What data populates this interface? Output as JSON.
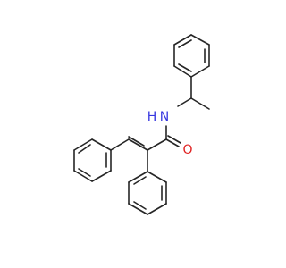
{
  "molecule": {
    "atoms": {
      "nitrogen": {
        "element": "N",
        "color": "#3737e0"
      },
      "hydrogen_on_n": {
        "element": "H",
        "color": "#3737e0"
      },
      "oxygen": {
        "element": "O",
        "color": "#e02020"
      }
    },
    "bond_color": "#262626",
    "background": "#ffffff"
  }
}
